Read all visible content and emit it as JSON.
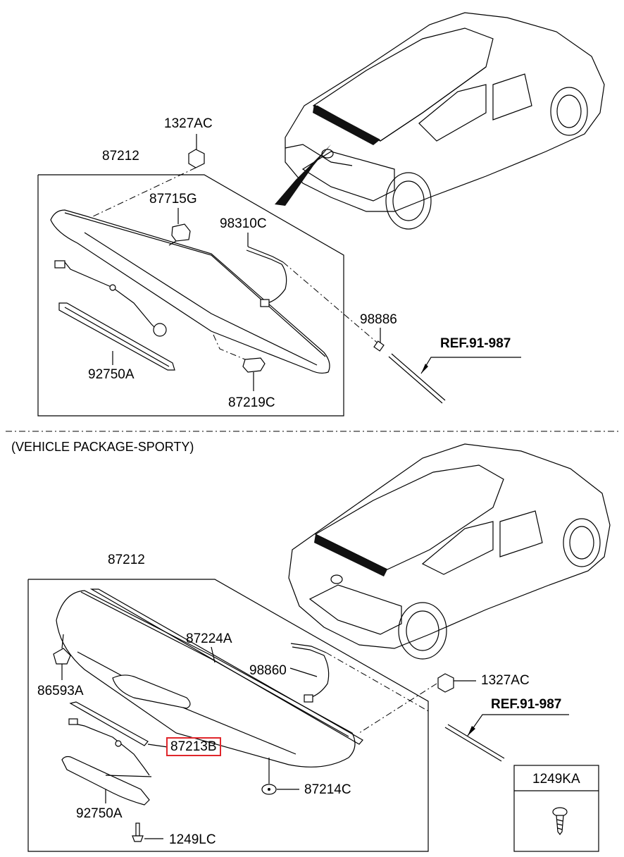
{
  "header_note": "(VEHICLE PACKAGE-SPORTY)",
  "top_section": {
    "labels": {
      "nut": "1327AC",
      "spoiler": "87212",
      "clip": "87715G",
      "hose": "98310C",
      "nozzle": "98886",
      "ref": "REF.91-987",
      "lamp": "92750A",
      "grommet": "87219C"
    }
  },
  "bottom_section": {
    "labels": {
      "spoiler": "87212",
      "garnish": "87224A",
      "hose": "98860",
      "nut": "1327AC",
      "ref": "REF.91-987",
      "pad": "86593A",
      "tape": "87213B",
      "washer": "87214C",
      "lamp": "92750A",
      "screw_small": "1249LC",
      "screw_box": "1249KA"
    }
  },
  "highlight_color": "#e0262b"
}
